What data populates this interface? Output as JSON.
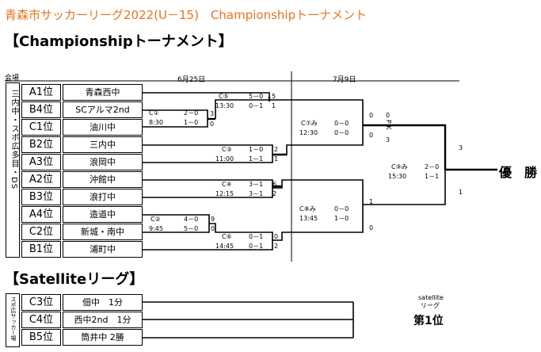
{
  "page_title": "青森市サッカーリーグ2022(U－15)　Championshipトーナメント",
  "championship_heading": "【Championshipトーナメント】",
  "satellite_heading": "【Satelliteリーグ】",
  "venue_label": "会場",
  "date_1": "6月25日",
  "date_2": "7月9日",
  "venue_name": "三内中・スポ広多目・DS",
  "teams": [
    {
      "rank": "A1位",
      "name": "青森西中"
    },
    {
      "rank": "B4位",
      "name": "SCアルマ2nd"
    },
    {
      "rank": "C1位",
      "name": "油川中"
    },
    {
      "rank": "B2位",
      "name": "三内中"
    },
    {
      "rank": "A3位",
      "name": "浪岡中"
    },
    {
      "rank": "A2位",
      "name": "沖館中"
    },
    {
      "rank": "B3位",
      "name": "浪打中"
    },
    {
      "rank": "A4位",
      "name": "造道中"
    },
    {
      "rank": "C2位",
      "name": "新城・南中"
    },
    {
      "rank": "B1位",
      "name": "浦町中"
    }
  ],
  "matches": {
    "m1": {
      "name": "C①",
      "time": "8:30",
      "score_1": "2－0",
      "score_2": "1－0",
      "left": "",
      "right": "3",
      "right_2": "0"
    },
    "m2": {
      "name": "C②",
      "time": "9:45",
      "score_1": "4－0",
      "score_2": "5－0",
      "right": "9",
      "right_2": "0"
    },
    "m3": {
      "name": "C③",
      "time": "11:00",
      "score_1": "1－0",
      "score_2": "1－1",
      "right": "2",
      "right_2": "1"
    },
    "m4": {
      "name": "C④",
      "time": "12:15",
      "score_1": "3－1",
      "score_2": "3－1",
      "right": "6",
      "right_2": "2"
    },
    "m5": {
      "name": "C⑤",
      "time": "13:30",
      "score_1": "5－0",
      "score_2": "0－1",
      "right": "5",
      "right_2": "1"
    },
    "m6": {
      "name": "C⑥",
      "time": "14:45",
      "score_1": "0－1",
      "score_2": "0－1",
      "right": "0",
      "right_2": "2"
    },
    "m7": {
      "name": "C⑦み",
      "time": "12:30",
      "score_1": "0－0",
      "score_2": "0－0",
      "left": "0",
      "left_2": "0",
      "pk": "P K",
      "pk_1": "0",
      "pk_2": "3"
    },
    "m8": {
      "name": "C⑧み",
      "time": "13:45",
      "score_1": "0－0",
      "score_2": "1－0",
      "left": "1",
      "left_2": "0"
    },
    "m9": {
      "name": "C⑨み",
      "time": "15:30",
      "score_1": "2－0",
      "score_2": "1－1",
      "left": "3",
      "left_2": "1"
    }
  },
  "winner_label": "優　勝",
  "satellite_venue": "スポ広サッカー場",
  "satellite_teams": [
    {
      "rank": "C3位",
      "name": "佃中　1分"
    },
    {
      "rank": "C4位",
      "name": "西中2nd　1分"
    },
    {
      "rank": "B5位",
      "name": "筒井中 2勝"
    }
  ],
  "satellite_label_1": "satellite",
  "satellite_label_2": "リーグ",
  "satellite_first": "第1位"
}
